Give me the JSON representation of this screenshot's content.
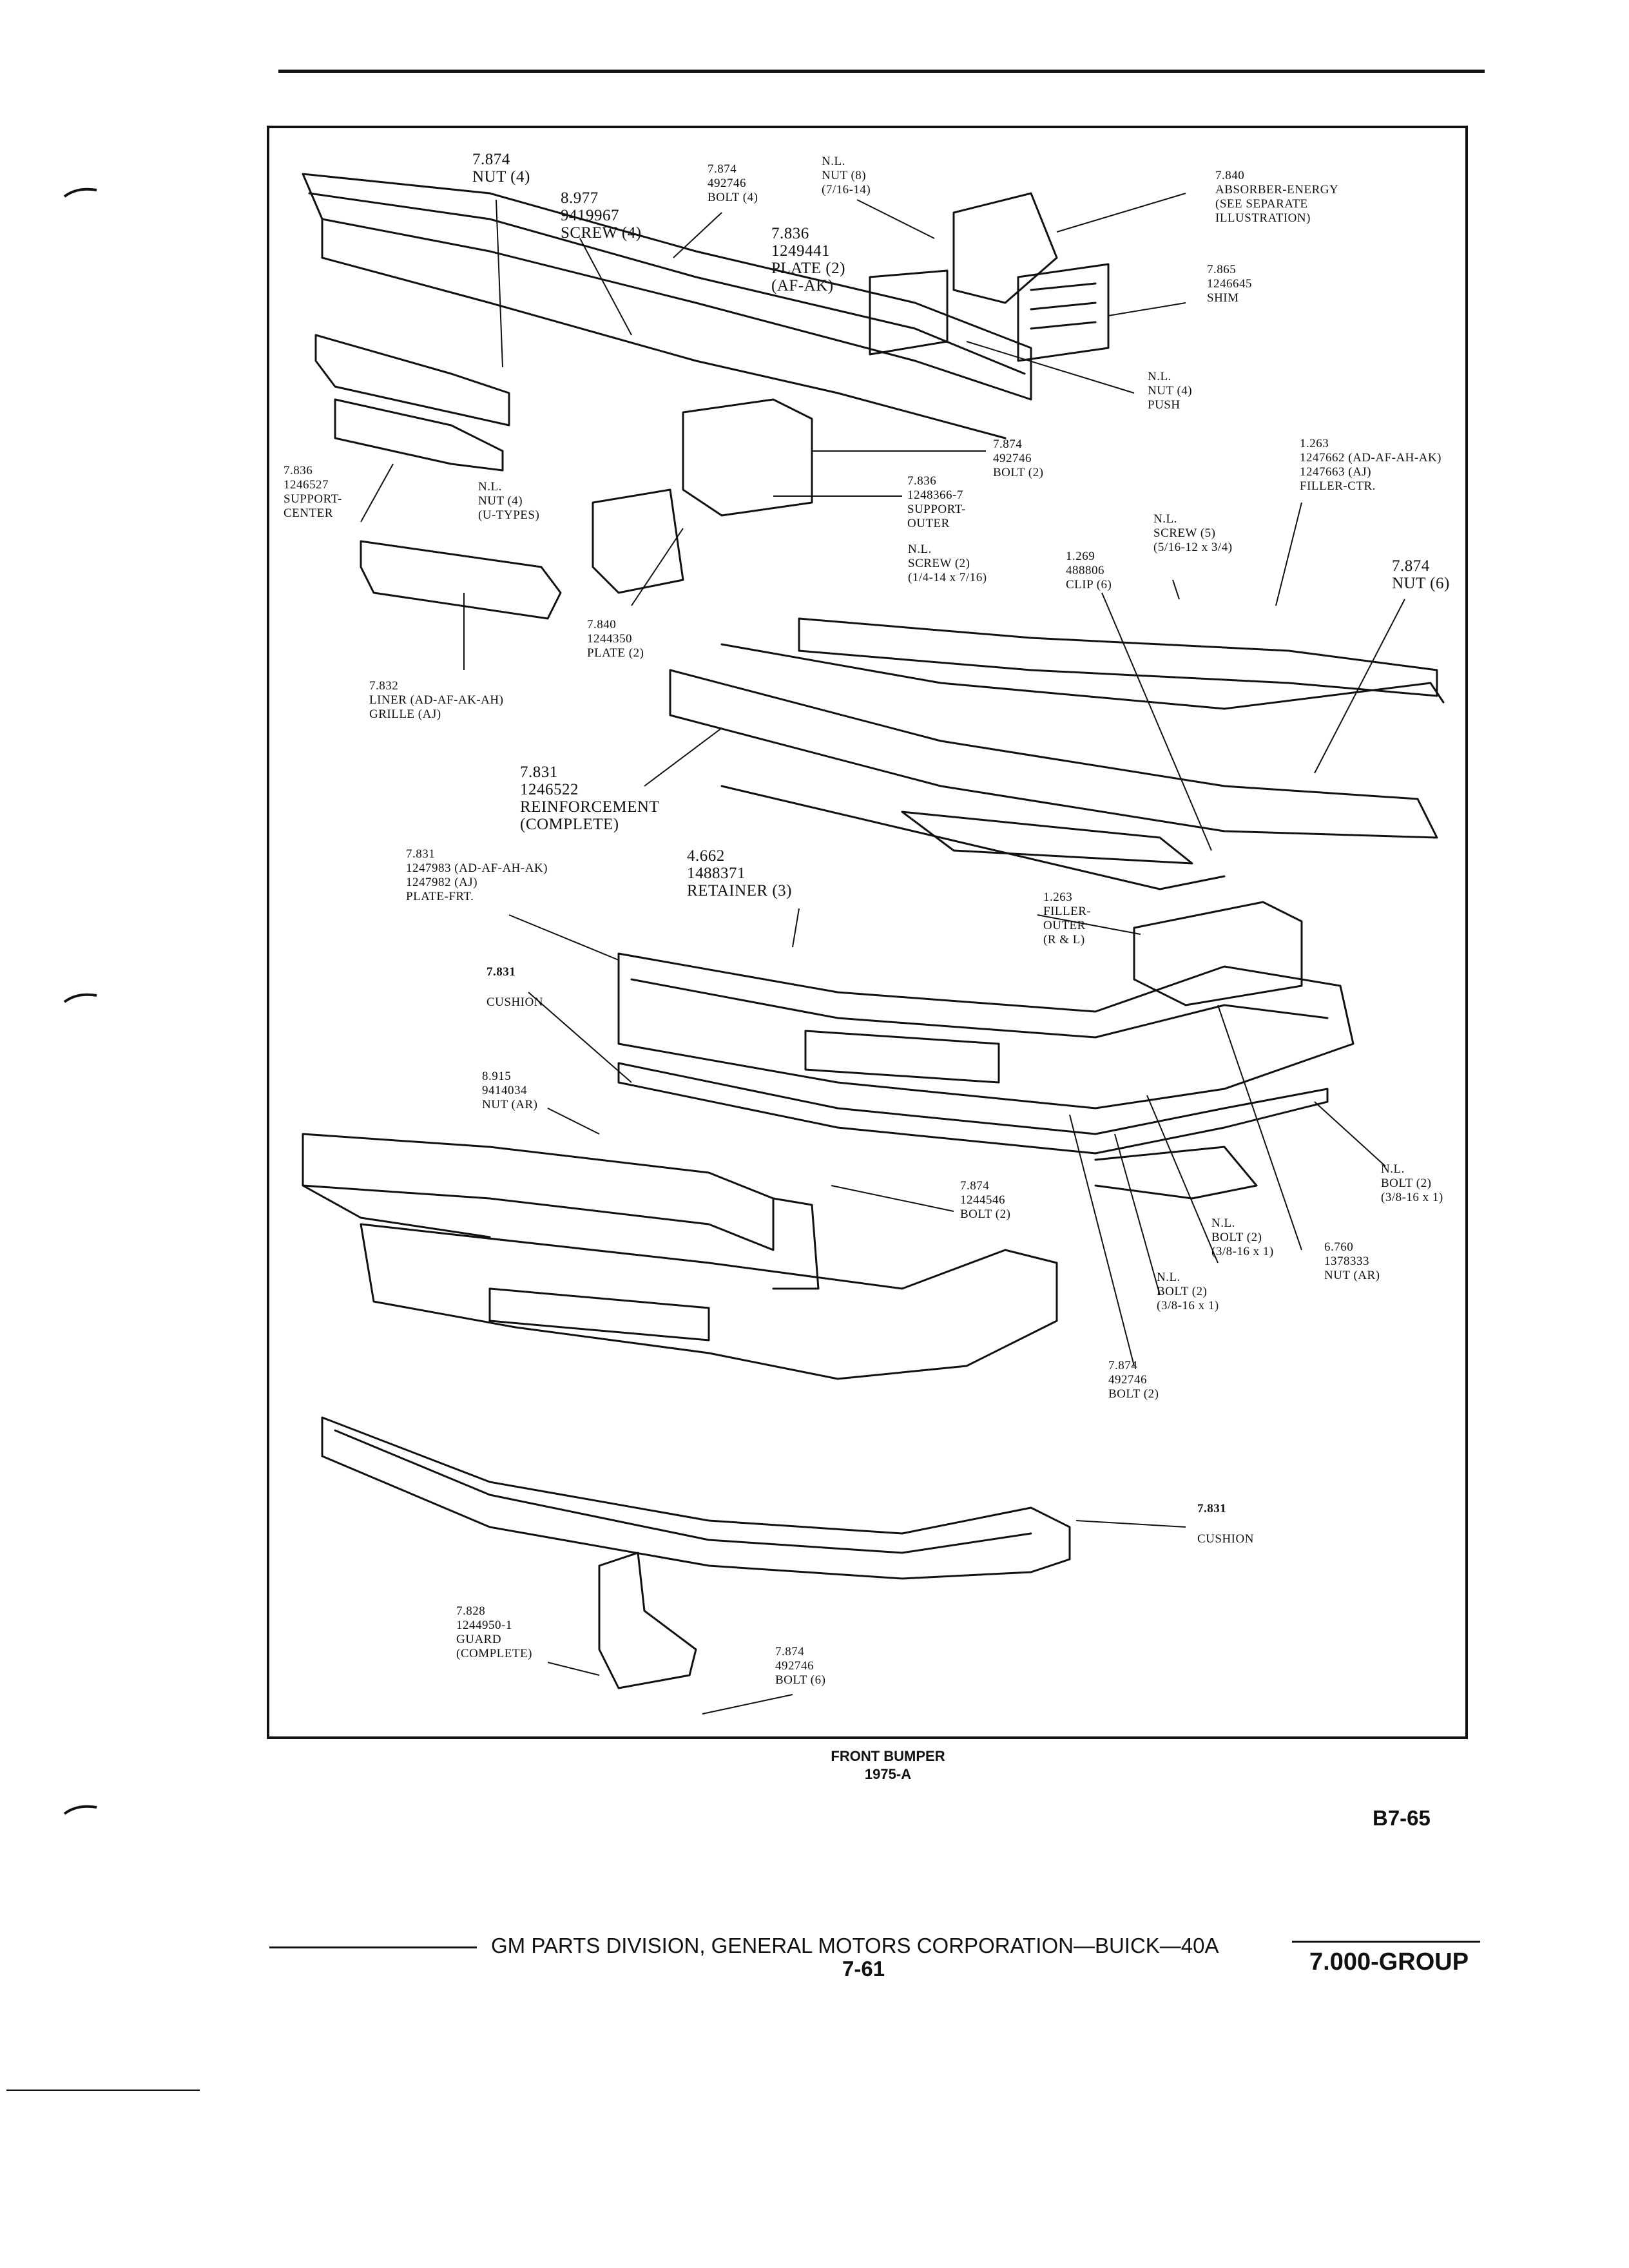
{
  "caption": {
    "title": "FRONT BUMPER",
    "subtitle": "1975-A"
  },
  "page_code": "B7-65",
  "footer": {
    "company": "GM PARTS DIVISION, GENERAL MOTORS CORPORATION—BUICK—40A",
    "page_number": "7-61",
    "group": "7.000-GROUP"
  },
  "labels": {
    "nut_4_top": "7.874\nNUT (4)",
    "screw_4": "8.977\n9419967\nSCREW (4)",
    "bolt_4": "7.874\n492746\nBOLT (4)",
    "nut_8": "N.L.\nNUT (8)\n(7/16-14)",
    "plate_2_af_ak": "7.836\n1249441\nPLATE (2)\n(AF-AK)",
    "absorber": "7.840\nABSORBER-ENERGY\n(SEE SEPARATE\nILLUSTRATION)",
    "shim": "7.865\n1246645\nSHIM",
    "nut_push": "N.L.\nNUT (4)\nPUSH",
    "bolt_2_upper": "7.874\n492746\nBOLT (2)",
    "support_outer": "7.836\n1248366-7\nSUPPORT-\nOUTER",
    "support_center": "7.836\n1246527\nSUPPORT-\nCENTER",
    "nut_u_types": "N.L.\nNUT (4)\n(U-TYPES)",
    "screw_2": "N.L.\nSCREW (2)\n(1/4-14 x 7/16)",
    "plate_2": "7.840\n1244350\nPLATE (2)",
    "clip_6": "1.269\n488806\nCLIP (6)",
    "screw_5": "N.L.\nSCREW (5)\n(5/16-12 x 3/4)",
    "filler_ctr": "1.263\n1247662 (AD-AF-AH-AK)\n1247663 (AJ)\nFILLER-CTR.",
    "nut_6": "7.874\nNUT (6)",
    "liner_grille": "7.832\nLINER (AD-AF-AK-AH)\nGRILLE (AJ)",
    "reinforcement": "7.831\n1246522\nREINFORCEMENT\n(COMPLETE)",
    "plate_frt": "7.831\n1247983 (AD-AF-AH-AK)\n1247982 (AJ)\nPLATE-FRT.",
    "retainer_3": "4.662\n1488371\nRETAINER (3)",
    "filler_outer": "1.263\nFILLER-\nOUTER\n(R & L)",
    "cushion_upper_num": "7.831",
    "cushion_upper": "CUSHION",
    "nut_ar": "8.915\n9414034\nNUT (AR)",
    "bolt_2_mid": "7.874\n1244546\nBOLT (2)",
    "bolt_2_right_a": "N.L.\nBOLT (2)\n(3/8-16 x 1)",
    "bolt_2_right_b": "N.L.\nBOLT (2)\n(3/8-16 x 1)",
    "nut_ar_right": "6.760\n1378333\nNUT (AR)",
    "bolt_2_right_c": "N.L.\nBOLT (2)\n(3/8-16 x 1)",
    "bolt_2_lower": "7.874\n492746\nBOLT (2)",
    "cushion_lower_num": "7.831",
    "cushion_lower": "CUSHION",
    "guard": "7.828\n1244950-1\nGUARD\n(COMPLETE)",
    "bolt_6": "7.874\n492746\nBOLT (6)"
  }
}
